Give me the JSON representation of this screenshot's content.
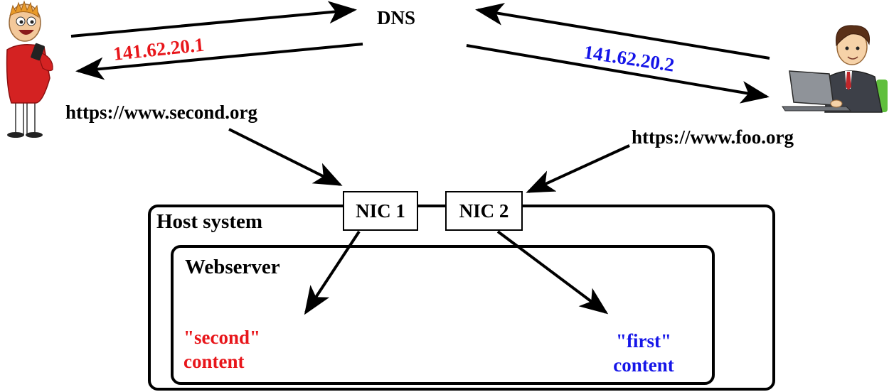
{
  "colors": {
    "red": "#e8161b",
    "blue": "#1515e8",
    "black": "#000000"
  },
  "dns": {
    "label": "DNS"
  },
  "client_left": {
    "icon": "boy-with-phone-icon",
    "url": "https://www.second.org",
    "ip": "141.62.20.1"
  },
  "client_right": {
    "icon": "businessman-with-laptop-icon",
    "url": "https://www.foo.org",
    "ip": "141.62.20.2"
  },
  "host": {
    "title": "Host system"
  },
  "webserver": {
    "title": "Webserver"
  },
  "nics": [
    {
      "label": "NIC 1"
    },
    {
      "label": "NIC 2"
    }
  ],
  "contents": [
    {
      "line1": "\"second\"",
      "line2": "content"
    },
    {
      "line1": "\"first\"",
      "line2": "content"
    }
  ]
}
